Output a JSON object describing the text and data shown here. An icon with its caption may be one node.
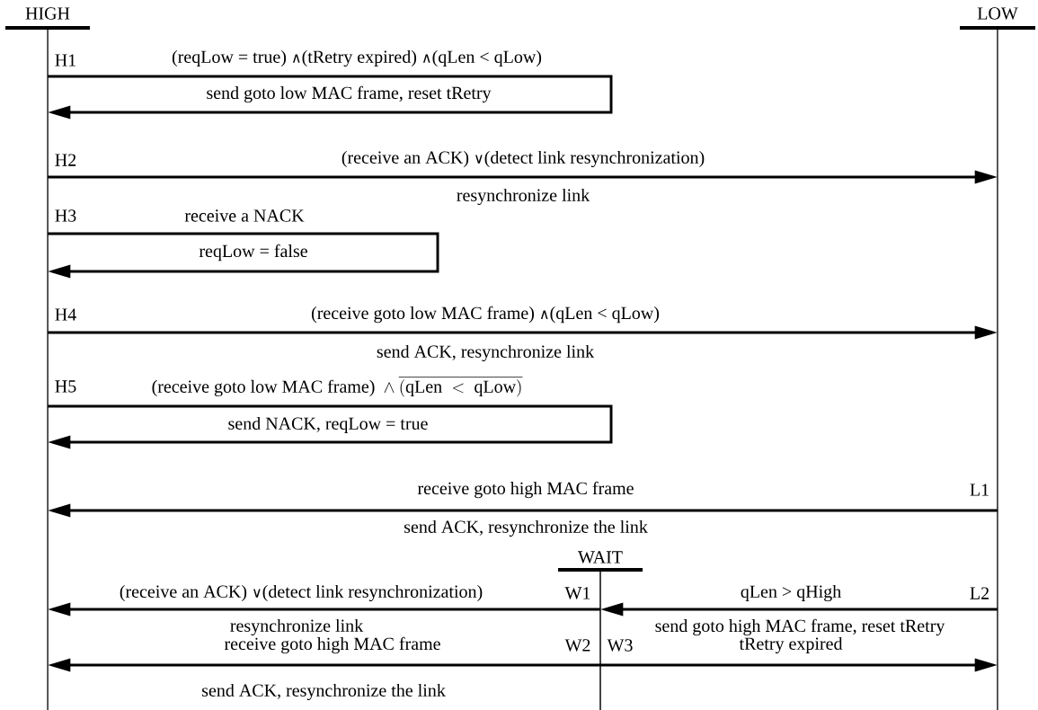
{
  "diagram": {
    "nodes": [
      {
        "text": [
          "HIGH"
        ]
      },
      {
        "text": [
          "LOW"
        ]
      },
      {
        "text": [
          "WAIT"
        ]
      }
    ],
    "edges": [
      {
        "from": 0,
        "to": 0,
        "arrow": "to",
        "label": "(reqLow = true) ∧(tRetry expired) ∧(qLen < qLow)"
      },
      {
        "from": 0,
        "to": 1,
        "arrow": "to",
        "label": "(receive an ACK) ∨(detect link resynchronization)"
      },
      {
        "from": 0,
        "to": 0,
        "arrow": "to",
        "label": "receive a NACK"
      },
      {
        "from": 0,
        "to": 1,
        "arrow": "to",
        "label": "(receive goto low MAC frame) ∧(qLen < qLow)"
      },
      {
        "from": 0,
        "to": 0,
        "arrow": "to",
        "label": "\\text{(receive goto low MAC frame) }\\wedge\\overline{(\\text{qLen } < \\text{ qLow})}"
      },
      {
        "from": 1,
        "to": 0,
        "arrow": "to",
        "label": "receive goto high MAC frame"
      },
      {
        "from": 2,
        "to": 0,
        "arrow": "to",
        "label": "(receive an ACK) ∨(detect link resynchronization)"
      },
      {
        "from": 1,
        "to": 2,
        "arrow": "to",
        "label": "qLen > qHigh"
      },
      {
        "from": 2,
        "to": 0,
        "arrow": "to",
        "label": "receive goto high MAC frame"
      },
      {
        "from": 2,
        "to": 1,
        "arrow": "to",
        "label": "tRetry expired"
      }
    ],
    "labels": [
      "H1",
      "send goto low MAC frame, reset tRetry",
      "H2",
      "resynchronize link",
      "H3",
      "reqLow = false",
      "H4",
      "send ACK, resynchronize link",
      "H5",
      "send NACK, reqLow = true",
      "L1",
      "send ACK, resynchronize the link",
      "W1",
      "L2",
      "resynchronize link",
      "send goto high MAC frame, reset tRetry",
      "W2",
      "W3",
      "send ACK, resynchronize the link"
    ]
  }
}
